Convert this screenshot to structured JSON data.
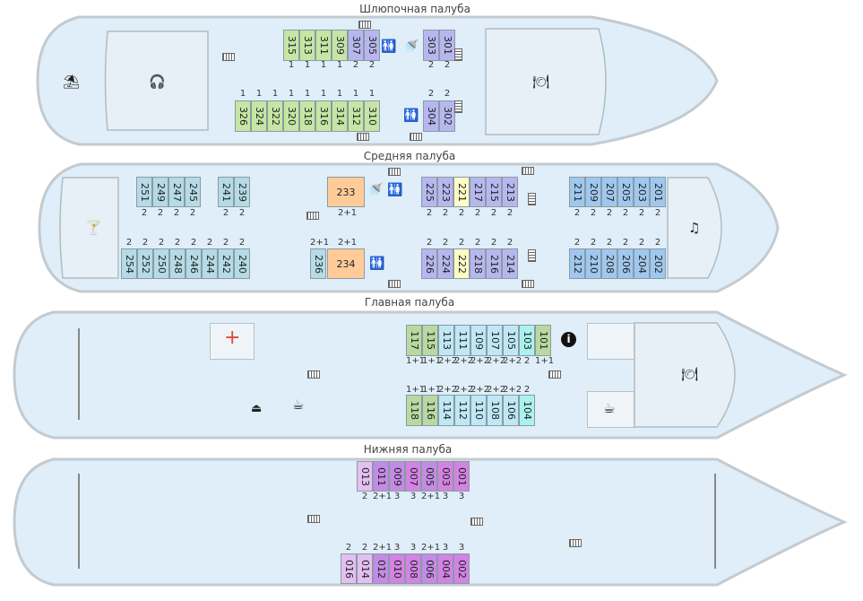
{
  "decks": {
    "boat": {
      "title": "Шлюпочная палуба"
    },
    "middle": {
      "title": "Средняя палуба"
    },
    "main": {
      "title": "Главная палуба"
    },
    "lower": {
      "title": "Нижняя палуба"
    }
  },
  "colors": {
    "hull_fill": "#dfeef8",
    "hull_stroke": "#c3cbd1",
    "green": "#c5e6a4",
    "purple": "#b7b7ef",
    "blue": "#9fc8ef",
    "teal": "#b4dbe6",
    "orange": "#ffcc99",
    "yellow": "#fffcc6",
    "olive": "#b8d9a0",
    "light_blue": "#bfe8f7",
    "cyan": "#a9f2f0",
    "magenta": "#d383e3",
    "violet": "#c48be6",
    "lilac": "#e3c0f1",
    "red_cross": "#e04a3a"
  },
  "cabins": {
    "boat_top": [
      {
        "num": "315",
        "berth": "1"
      },
      {
        "num": "313",
        "berth": "1"
      },
      {
        "num": "311",
        "berth": "1"
      },
      {
        "num": "309",
        "berth": "1"
      },
      {
        "num": "307",
        "berth": "2"
      },
      {
        "num": "305",
        "berth": "2"
      },
      {
        "num": "303",
        "berth": "2"
      },
      {
        "num": "301",
        "berth": "2"
      }
    ],
    "boat_bottom": [
      {
        "num": "326",
        "berth": "1"
      },
      {
        "num": "324",
        "berth": "1"
      },
      {
        "num": "322",
        "berth": "1"
      },
      {
        "num": "320",
        "berth": "1"
      },
      {
        "num": "318",
        "berth": "1"
      },
      {
        "num": "316",
        "berth": "1"
      },
      {
        "num": "314",
        "berth": "1"
      },
      {
        "num": "312",
        "berth": "1"
      },
      {
        "num": "310",
        "berth": "1"
      },
      {
        "num": "304",
        "berth": "2"
      },
      {
        "num": "302",
        "berth": "2"
      }
    ],
    "middle_top": [
      {
        "num": "251",
        "berth": "2"
      },
      {
        "num": "249",
        "berth": "2"
      },
      {
        "num": "247",
        "berth": "2"
      },
      {
        "num": "245",
        "berth": "2"
      },
      {
        "num": "241",
        "berth": "2"
      },
      {
        "num": "239",
        "berth": "2"
      },
      {
        "num": "233",
        "berth": "2+1"
      },
      {
        "num": "225",
        "berth": "2"
      },
      {
        "num": "223",
        "berth": "2"
      },
      {
        "num": "221",
        "berth": "2"
      },
      {
        "num": "217",
        "berth": "2"
      },
      {
        "num": "215",
        "berth": "2"
      },
      {
        "num": "213",
        "berth": "2"
      },
      {
        "num": "211",
        "berth": "2"
      },
      {
        "num": "209",
        "berth": "2"
      },
      {
        "num": "207",
        "berth": "2"
      },
      {
        "num": "205",
        "berth": "2"
      },
      {
        "num": "203",
        "berth": "2"
      },
      {
        "num": "201",
        "berth": "2"
      }
    ],
    "middle_bottom": [
      {
        "num": "254",
        "berth": "2"
      },
      {
        "num": "252",
        "berth": "2"
      },
      {
        "num": "250",
        "berth": "2"
      },
      {
        "num": "248",
        "berth": "2"
      },
      {
        "num": "246",
        "berth": "2"
      },
      {
        "num": "244",
        "berth": "2"
      },
      {
        "num": "242",
        "berth": "2"
      },
      {
        "num": "240",
        "berth": "2"
      },
      {
        "num": "236",
        "berth": "2+1"
      },
      {
        "num": "234",
        "berth": "2+1"
      },
      {
        "num": "226",
        "berth": "2"
      },
      {
        "num": "224",
        "berth": "2"
      },
      {
        "num": "222",
        "berth": "2"
      },
      {
        "num": "218",
        "berth": "2"
      },
      {
        "num": "216",
        "berth": "2"
      },
      {
        "num": "214",
        "berth": "2"
      },
      {
        "num": "212",
        "berth": "2"
      },
      {
        "num": "210",
        "berth": "2"
      },
      {
        "num": "208",
        "berth": "2"
      },
      {
        "num": "206",
        "berth": "2"
      },
      {
        "num": "204",
        "berth": "2"
      },
      {
        "num": "202",
        "berth": "2"
      }
    ],
    "main_top": [
      {
        "num": "117",
        "berth": "1+1"
      },
      {
        "num": "115",
        "berth": "1+1"
      },
      {
        "num": "113",
        "berth": "2+2"
      },
      {
        "num": "111",
        "berth": "2+2"
      },
      {
        "num": "109",
        "berth": "2+2"
      },
      {
        "num": "107",
        "berth": "2+2"
      },
      {
        "num": "105",
        "berth": "2+2"
      },
      {
        "num": "103",
        "berth": "2"
      },
      {
        "num": "101",
        "berth": "1+1"
      }
    ],
    "main_bottom": [
      {
        "num": "118",
        "berth": "1+1"
      },
      {
        "num": "116",
        "berth": "1+1"
      },
      {
        "num": "114",
        "berth": "2+2"
      },
      {
        "num": "112",
        "berth": "2+2"
      },
      {
        "num": "110",
        "berth": "2+2"
      },
      {
        "num": "108",
        "berth": "2+2"
      },
      {
        "num": "106",
        "berth": "2+2"
      },
      {
        "num": "104",
        "berth": "2"
      }
    ],
    "lower_top": [
      {
        "num": "013",
        "berth": "2"
      },
      {
        "num": "011",
        "berth": "2+1"
      },
      {
        "num": "009",
        "berth": "3"
      },
      {
        "num": "007",
        "berth": "3"
      },
      {
        "num": "005",
        "berth": "2+1"
      },
      {
        "num": "003",
        "berth": "3"
      },
      {
        "num": "001",
        "berth": "3"
      }
    ],
    "lower_bottom": [
      {
        "num": "016",
        "berth": "2"
      },
      {
        "num": "014",
        "berth": "2"
      },
      {
        "num": "012",
        "berth": "2+1"
      },
      {
        "num": "010",
        "berth": "3"
      },
      {
        "num": "008",
        "berth": "3"
      },
      {
        "num": "006",
        "berth": "2+1"
      },
      {
        "num": "004",
        "berth": "3"
      },
      {
        "num": "002",
        "berth": "3"
      }
    ]
  },
  "icons": {
    "beach": "⛱",
    "headphones": "🎧",
    "restaurant": "🍽",
    "cocktail": "🍸",
    "music": "♫",
    "medical": "+",
    "info": "i",
    "iron": "⏏",
    "boiling_water": "☕",
    "wc": "🚻",
    "shower": "🚿"
  }
}
